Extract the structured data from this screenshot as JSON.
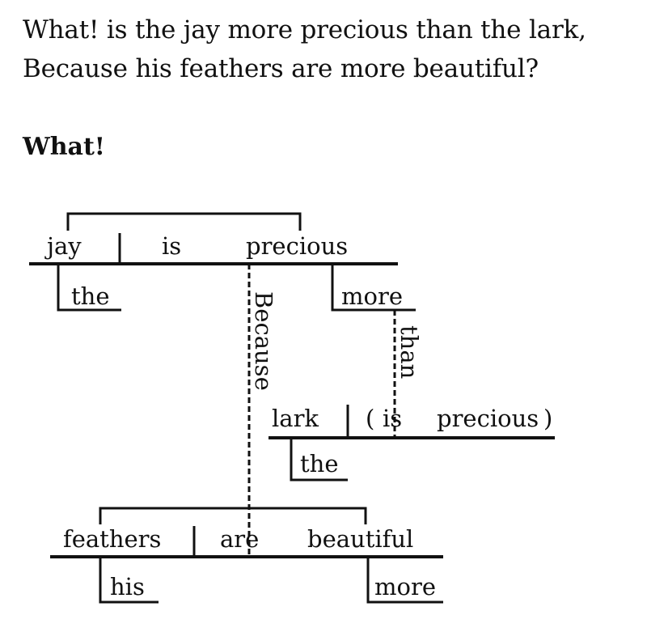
{
  "sentence": {
    "line1": "What! is the jay more precious than the lark,",
    "line2": "Because his feathers are more beautiful?"
  },
  "interjection": "What!",
  "diagram": {
    "main_clause": {
      "subject": "jay",
      "verb": "is",
      "predicate": "precious",
      "subject_modifier": "the",
      "predicate_modifier": "more"
    },
    "comparison_connector": "than",
    "comparison_clause": {
      "subject": "lark",
      "open_paren": "(",
      "verb": "is",
      "predicate": "precious",
      "close_paren": ")",
      "subject_modifier": "the"
    },
    "subordinate_connector": "Because",
    "subordinate_clause": {
      "subject": "feathers",
      "verb": "are",
      "predicate": "beautiful",
      "subject_modifier": "his",
      "predicate_modifier": "more"
    }
  }
}
